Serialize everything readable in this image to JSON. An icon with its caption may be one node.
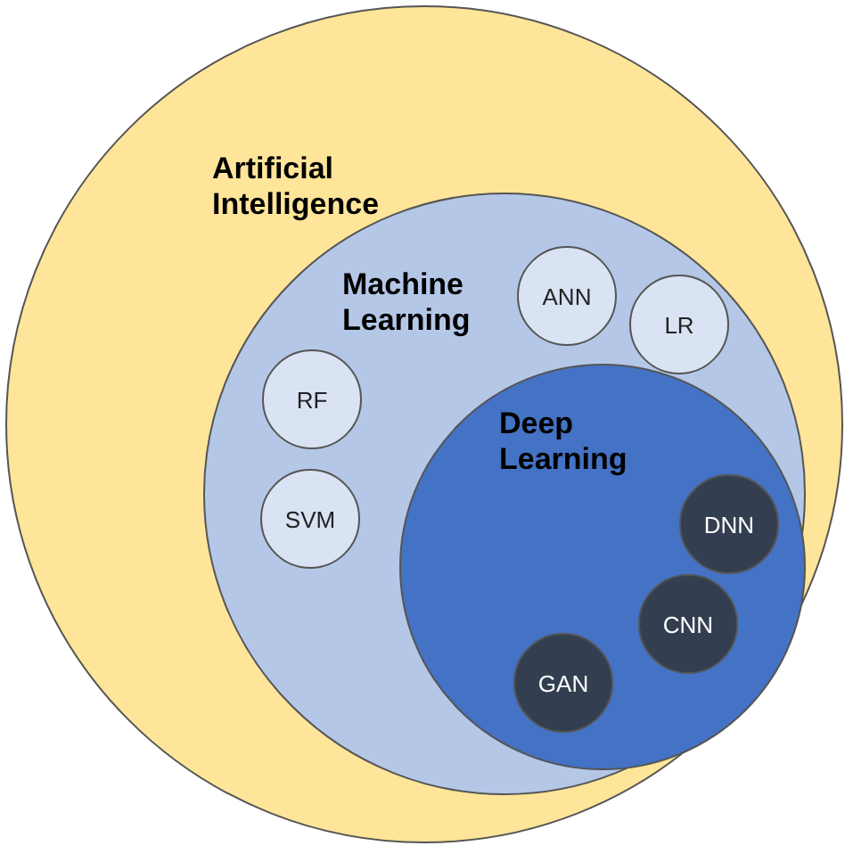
{
  "diagram": {
    "nodes": [
      {
        "text": [
          "Artificial Intelligence"
        ]
      },
      {
        "text": [
          "Machine Learning"
        ],
        "in": 0
      },
      {
        "text": [
          "ANN"
        ],
        "in": 1
      },
      {
        "text": [
          "LR"
        ],
        "in": 1
      },
      {
        "text": [
          "RF"
        ],
        "in": 1
      },
      {
        "text": [
          "SVM"
        ],
        "in": 1
      },
      {
        "text": [
          "Deep Learning"
        ],
        "in": 1
      },
      {
        "text": [
          "DNN"
        ],
        "in": 6
      },
      {
        "text": [
          "CNN"
        ],
        "in": 6
      },
      {
        "text": [
          "GAN"
        ],
        "in": 6
      }
    ],
    "edges": []
  }
}
